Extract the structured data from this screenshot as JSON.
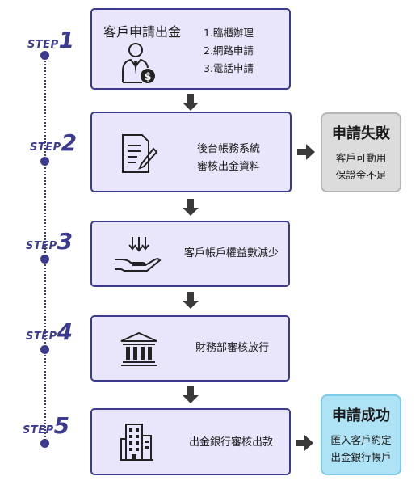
{
  "steps": [
    {
      "word": "STEP",
      "num": "1"
    },
    {
      "word": "STEP",
      "num": "2"
    },
    {
      "word": "STEP",
      "num": "3"
    },
    {
      "word": "STEP",
      "num": "4"
    },
    {
      "word": "STEP",
      "num": "5"
    }
  ],
  "step1": {
    "title": "客戶申請出金",
    "channels": [
      "1.臨櫃辦理",
      "2.網路申請",
      "3.電話申請"
    ],
    "icon": "banker-dollar-icon"
  },
  "step2": {
    "lines": [
      "後台帳務系統",
      "審核出金資料"
    ],
    "icon": "document-pen-icon"
  },
  "step3": {
    "lines": [
      "客戶帳戶權益數減少"
    ],
    "icon": "hand-arrows-down-icon"
  },
  "step4": {
    "lines": [
      "財務部審核放行"
    ],
    "icon": "bank-building-icon"
  },
  "step5": {
    "lines": [
      "出金銀行審核出款"
    ],
    "icon": "office-building-icon"
  },
  "fail": {
    "title": "申請失敗",
    "lines": [
      "客戶可動用",
      "保證金不足"
    ]
  },
  "success": {
    "title": "申請成功",
    "lines": [
      "匯入客戶約定",
      "出金銀行帳戶"
    ]
  },
  "colors": {
    "accent": "#3c3a8f",
    "box_fill": "#e9e6fb",
    "fail_fill": "#dcdcdc",
    "success_fill": "#aee2f5",
    "arrow": "#3a3a3a"
  }
}
